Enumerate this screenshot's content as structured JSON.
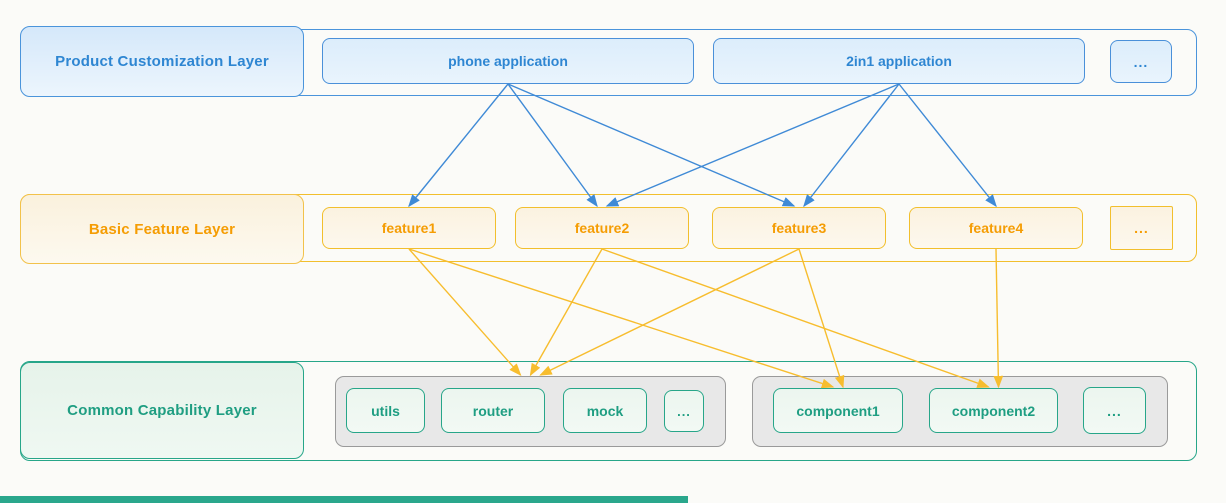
{
  "layers": {
    "product": {
      "label": "Product Customization Layer",
      "items": {
        "phone": "phone application",
        "twoin1": "2in1 application",
        "dots": "..."
      }
    },
    "feature": {
      "label": "Basic Feature Layer",
      "items": {
        "f1": "feature1",
        "f2": "feature2",
        "f3": "feature3",
        "f4": "feature4",
        "dots": "..."
      }
    },
    "common": {
      "label": "Common Capability Layer",
      "group1": {
        "utils": "utils",
        "router": "router",
        "mock": "mock",
        "dots": "..."
      },
      "group2": {
        "component1": "component1",
        "component2": "component2",
        "dots": "..."
      }
    }
  },
  "edges": {
    "blue": [
      {
        "from": "phone",
        "to": "f1"
      },
      {
        "from": "phone",
        "to": "f2"
      },
      {
        "from": "phone",
        "to": "f3"
      },
      {
        "from": "twoin1",
        "to": "f2"
      },
      {
        "from": "twoin1",
        "to": "f3"
      },
      {
        "from": "twoin1",
        "to": "f4"
      }
    ],
    "yellow": [
      {
        "from": "f1",
        "to": "group1"
      },
      {
        "from": "f2",
        "to": "group1"
      },
      {
        "from": "f3",
        "to": "group1"
      },
      {
        "from": "f1",
        "to": "component1"
      },
      {
        "from": "f3",
        "to": "component1"
      },
      {
        "from": "f2",
        "to": "component2"
      },
      {
        "from": "f4",
        "to": "component2"
      }
    ]
  },
  "colors": {
    "blue_arrow": "#3f8ad6",
    "yellow_arrow": "#f7bd2e",
    "blue_text": "#2e86d2",
    "orange_text": "#f59d04",
    "green_text": "#1f9e82"
  }
}
